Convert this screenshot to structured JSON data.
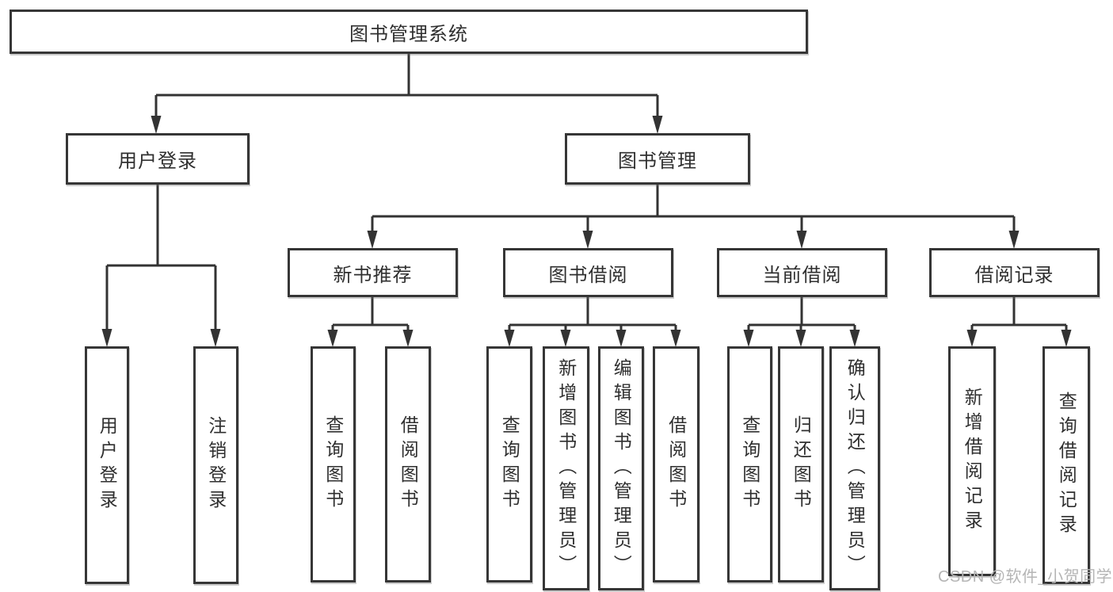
{
  "diagram": {
    "title": "图书管理系统",
    "level2": {
      "user_login": "用户登录",
      "book_mgmt": "图书管理"
    },
    "level3": {
      "new_book_rec": "新书推荐",
      "book_borrow": "图书借阅",
      "current_borrow": "当前借阅",
      "borrow_records": "借阅记录"
    },
    "leaves": {
      "user_login": "用户登录",
      "logout": "注销登录",
      "nb_query_book": "查询图书",
      "nb_borrow_book": "借阅图书",
      "bb_query_book": "查询图书",
      "bb_add_book": "新增图书（管理员）",
      "bb_edit_book": "编辑图书（管理员）",
      "bb_borrow_book": "借阅图书",
      "cb_query_book": "查询图书",
      "cb_return_book": "归还图书",
      "cb_confirm_return": "确认归还（管理员）",
      "br_add_record": "新增借阅记录",
      "br_query_record": "查询借阅记录"
    }
  },
  "watermark": {
    "text": "CSDN @软件_小贺同学",
    "color": "#b5b5b5"
  },
  "colors": {
    "line": "#333333",
    "box_border": "#363636",
    "text": "#2f2f2f",
    "background": "#ffffff"
  }
}
